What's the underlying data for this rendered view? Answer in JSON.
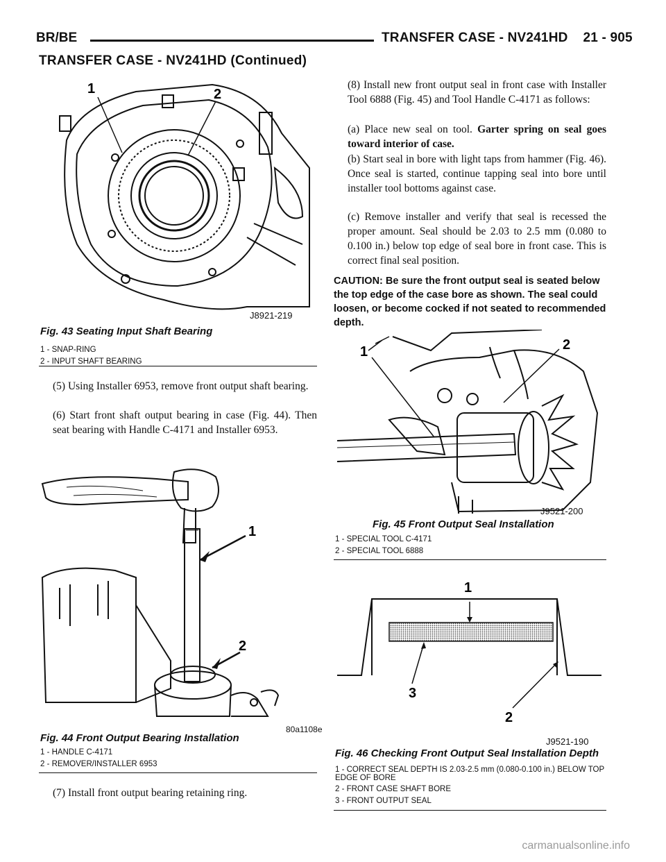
{
  "header": {
    "left": "BR/BE",
    "right": "TRANSFER CASE - NV241HD    21 - 905",
    "continued": "TRANSFER CASE - NV241HD (Continued)"
  },
  "fig43": {
    "code": "J8921-219",
    "callout_1": "1",
    "callout_2": "2",
    "caption": "Fig. 43 Seating Input Shaft Bearing",
    "legend": [
      "1 - SNAP-RING",
      "2 - INPUT SHAFT BEARING"
    ]
  },
  "left_text": {
    "p5": "(5) Using Installer 6953, remove front output shaft bearing.",
    "p6": "(6) Start front shaft output bearing in case (Fig. 44). Then seat bearing with Handle C-4171 and Installer 6953.",
    "p7": "(7) Install front output bearing retaining ring."
  },
  "fig44": {
    "code": "80a1108e",
    "callout_1": "1",
    "callout_2": "2",
    "caption": "Fig. 44 Front Output Bearing Installation",
    "legend": [
      "1 - HANDLE C-4171",
      "2 - REMOVER/INSTALLER 6953"
    ]
  },
  "right_text": {
    "p8": "(8) Install new front output seal in front case with Installer Tool 6888 (Fig. 45) and Tool Handle C-4171 as follows:",
    "a_plain": "(a) Place new seal on tool. ",
    "a_bold": "Garter spring on seal goes toward interior of case.",
    "b": "(b) Start seal in bore with light taps from hammer (Fig. 46). Once seal is started, continue tapping seal into bore until installer tool bottoms against case.",
    "c": "(c) Remove installer and verify that seal is recessed the proper amount. Seal should be 2.03 to 2.5 mm (0.080 to 0.100 in.) below top edge of seal bore in front case. This is correct final seal position.",
    "caution": "CAUTION: Be sure the front output seal is seated below the top edge of the case bore as shown. The seal could loosen, or become cocked if not seated to recommended depth."
  },
  "fig45": {
    "code": "J9521-200",
    "callout_1": "1",
    "callout_2": "2",
    "caption": "Fig. 45 Front Output Seal Installation",
    "legend": [
      "1 - SPECIAL TOOL C-4171",
      "2 - SPECIAL TOOL 6888"
    ]
  },
  "fig46": {
    "code": "J9521-190",
    "callout_1": "1",
    "callout_2": "2",
    "callout_3": "3",
    "caption": "Fig. 46 Checking Front Output Seal Installation Depth",
    "legend": [
      "1 - CORRECT SEAL DEPTH IS 2.03-2.5 mm (0.080-0.100 in.) BELOW TOP EDGE OF BORE",
      "2 - FRONT CASE SHAFT BORE",
      "3 - FRONT OUTPUT SEAL"
    ]
  },
  "footer": "carmanualsonline.info"
}
